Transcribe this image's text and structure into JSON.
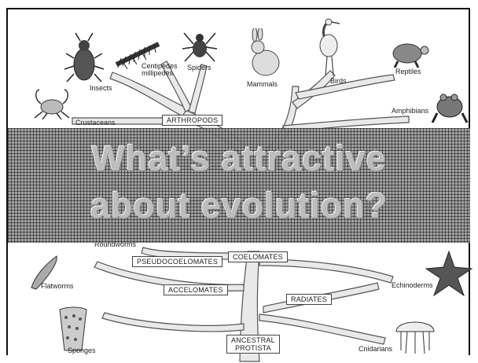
{
  "slide": {
    "headline_line1": "What’s attractive",
    "headline_line2": "about evolution?"
  },
  "tree": {
    "groups": {
      "arthropods": "ARTHROPODS",
      "pseudocoelomates": "PSEUDOCOELOMATES",
      "coelomates": "COELOMATES",
      "accelomates": "ACCELOMATES",
      "radiates": "RADIATES",
      "ancestral_line1": "ANCESTRAL",
      "ancestral_line2": "PROTISTA"
    },
    "taxa": {
      "insects": "Insects",
      "centipedes_line1": "Centipedes",
      "centipedes_line2": "millipedes",
      "spiders": "Spiders",
      "mammals": "Mammals",
      "birds": "Birds",
      "reptiles": "Reptiles",
      "crustaceans": "Crustaceans",
      "amphibians": "Amphibians",
      "roundworms": "Roundworms",
      "flatworms": "Flatworms",
      "echinoderms": "Echinoderms",
      "sponges": "Sponges",
      "cnidarians": "Cnidarians"
    }
  },
  "colors": {
    "branch_fill": "#e9e9e9",
    "branch_stroke": "#555555",
    "banner": "#9b9b9b",
    "headline": "#bdbdbd"
  }
}
